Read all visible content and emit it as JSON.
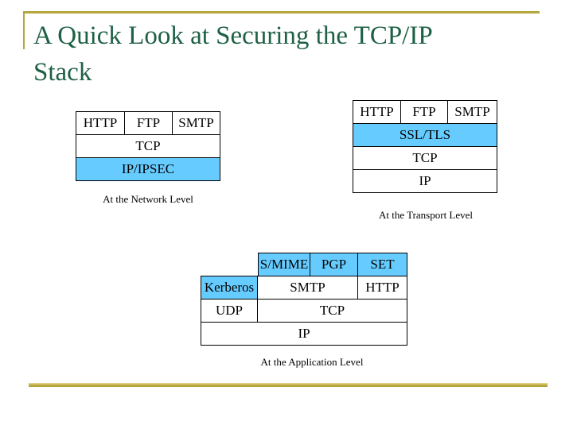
{
  "slide": {
    "title": "A Quick Look at Securing the TCP/IP\nStack",
    "colors": {
      "accent_gold": "#B5A63D",
      "accent_gold_light": "#DCCF7E",
      "title_green": "#1E6045",
      "highlight_blue": "#66CCFF",
      "border_black": "#000000",
      "background": "#FFFFFF"
    }
  },
  "diagrams": {
    "network": {
      "caption": "At the Network Level",
      "rows": [
        {
          "cells": [
            {
              "label": "HTTP",
              "highlighted": false
            },
            {
              "label": "FTP",
              "highlighted": false
            },
            {
              "label": "SMTP",
              "highlighted": false
            }
          ]
        },
        {
          "cells": [
            {
              "label": "TCP",
              "highlighted": false
            }
          ]
        },
        {
          "cells": [
            {
              "label": "IP/IPSEC",
              "highlighted": true
            }
          ]
        }
      ]
    },
    "transport": {
      "caption": "At the Transport Level",
      "rows": [
        {
          "cells": [
            {
              "label": "HTTP",
              "highlighted": false
            },
            {
              "label": "FTP",
              "highlighted": false
            },
            {
              "label": "SMTP",
              "highlighted": false
            }
          ]
        },
        {
          "cells": [
            {
              "label": "SSL/TLS",
              "highlighted": true
            }
          ]
        },
        {
          "cells": [
            {
              "label": "TCP",
              "highlighted": false
            }
          ]
        },
        {
          "cells": [
            {
              "label": "IP",
              "highlighted": false
            }
          ]
        }
      ]
    },
    "application": {
      "caption": "At the Application Level",
      "rows": [
        {
          "cells": [
            {
              "label": "S/MIME",
              "highlighted": true
            },
            {
              "label": "PGP",
              "highlighted": true
            },
            {
              "label": "SET",
              "highlighted": true
            }
          ]
        },
        {
          "cells": [
            {
              "label": "Kerberos",
              "highlighted": true
            },
            {
              "label": "SMTP",
              "highlighted": false
            },
            {
              "label": "HTTP",
              "highlighted": false
            }
          ]
        },
        {
          "cells": [
            {
              "label": "UDP",
              "highlighted": false
            },
            {
              "label": "TCP",
              "highlighted": false
            }
          ]
        },
        {
          "cells": [
            {
              "label": "IP",
              "highlighted": false
            }
          ]
        }
      ]
    }
  }
}
